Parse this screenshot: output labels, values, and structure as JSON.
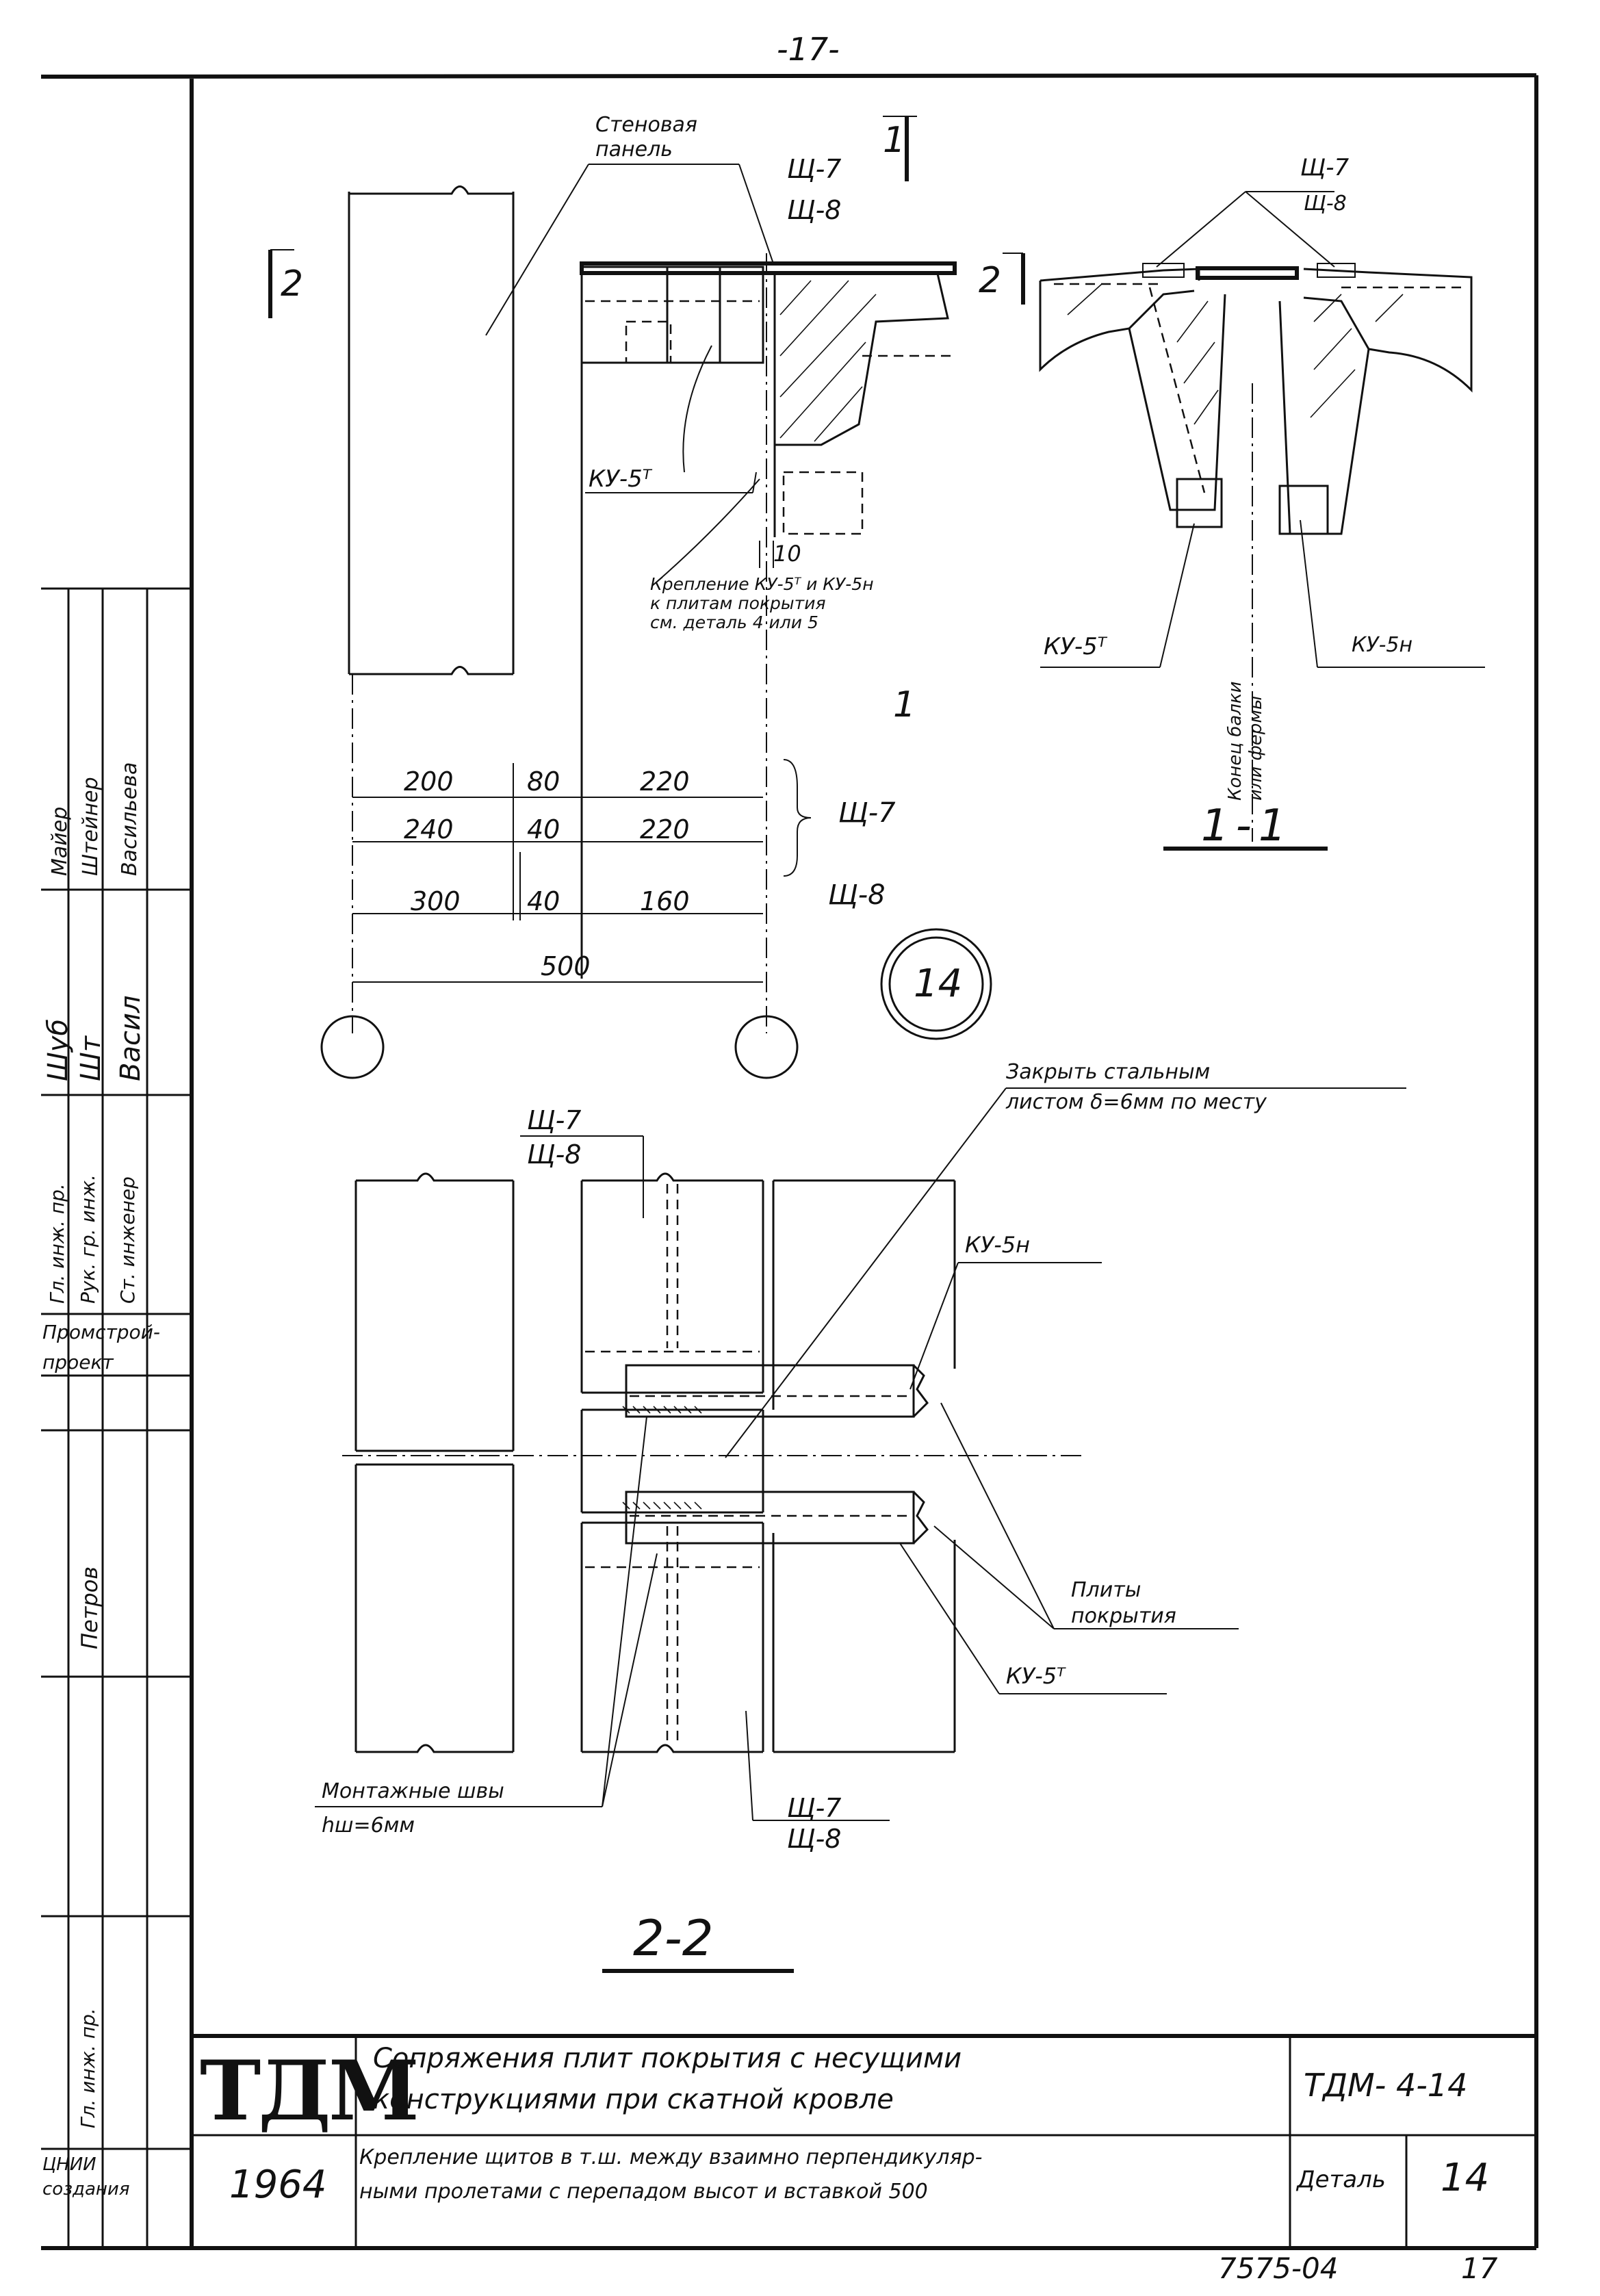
{
  "page_number": "-17-",
  "sheet_code_bottom": "7575-04",
  "sheet_number_bottom": "17",
  "detail_marker": "14",
  "section_marks": {
    "s1_top": "1",
    "s2_left": "2",
    "s2_right": "2",
    "section_1_1_small": "1",
    "section_1_1_title": "1-1",
    "section_2_2_title": "2-2"
  },
  "plan_labels": {
    "wall_panel": "Стеновая\nпанель",
    "shch7_over_shch8_top": [
      "Щ-7",
      "Щ-8"
    ],
    "ku5t_main": "КУ-5ᵀ",
    "dim_10": "10",
    "fastening_note": "Крепление КУ-5ᵀ и КУ-5н\nк плитам покрытия\nсм. деталь 4 или 5",
    "section_11_shch": [
      "Щ-7",
      "Щ-8"
    ],
    "section_11_ku5t": "КУ-5ᵀ",
    "section_11_ku5n": "КУ-5н",
    "section_11_beam": "Конец балки\nили фермы"
  },
  "dimensions": {
    "rows": [
      {
        "cells": [
          "200",
          "80",
          "220"
        ],
        "label": "Щ-7"
      },
      {
        "cells": [
          "240",
          "40",
          "220"
        ],
        "label": ""
      },
      {
        "cells": [
          "300",
          "40",
          "160"
        ],
        "label": "Щ-8"
      }
    ],
    "total": "500"
  },
  "section22_labels": {
    "shch_top": [
      "Щ-7",
      "Щ-8"
    ],
    "close_gap": "Закрыть стальным\nлистом δ=6мм по месту",
    "ku5n": "КУ-5н",
    "roof_slabs": "Плиты\nпокрытия",
    "ku5t": "КУ-5ᵀ",
    "shch_bottom": [
      "Щ-7",
      "Щ-8"
    ],
    "welds": "Монтажные швы",
    "weld_size": "hш=6мм"
  },
  "side_stamp": {
    "rows": [
      {
        "role": "Гл. инж. пр.",
        "name": "Майер",
        "sig": "Шуб"
      },
      {
        "role": "Рук. гр. инж.",
        "name": "Штейнер",
        "sig": "Шт"
      },
      {
        "role": "Ст. инженер",
        "name": "Васильева",
        "sig": "Васил"
      }
    ],
    "org": "Промстрой-\nпроект",
    "lower_name": "Петров",
    "lower_role": "Гл. инж. пр.",
    "bottom_text": "ЦНИИ\nсоздания"
  },
  "title_block": {
    "logo": "ТДМ",
    "year": "1964",
    "title_line1": "Сопряжения плит покрытия с несущими",
    "title_line2": "конструкциями при скатной кровле",
    "desc_line1": "Крепление щитов в т.ш. между взаимно перпендикуляр-",
    "desc_line2": "ными пролетами с перепадом высот и вставкой 500",
    "code": "ТДМ- 4-14",
    "detail_label": "Деталь",
    "detail_num": "14"
  }
}
